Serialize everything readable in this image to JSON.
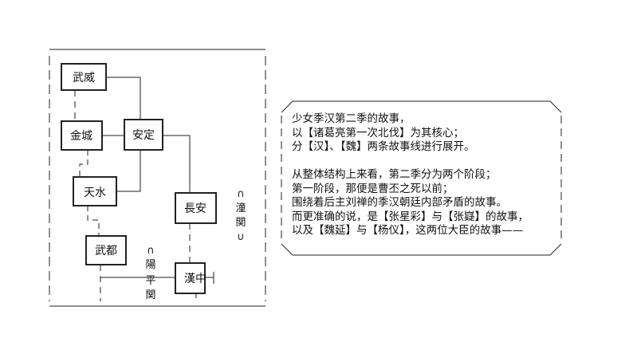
{
  "map": {
    "cities": {
      "wuwei": "武威",
      "jincheng": "金城",
      "anding": "安定",
      "tianshui": "天水",
      "changan": "長安",
      "wudu": "武都",
      "hanzhong": "漢中"
    },
    "passes": {
      "tongguan": [
        "∩",
        "潼",
        "関",
        "∪"
      ],
      "yangpingguan": [
        "∩",
        "陽",
        "平",
        "関"
      ]
    }
  },
  "story": {
    "lines": [
      "少女季汉第二季的故事，",
      "以【诸葛亮第一次北伐】为其核心；",
      "分【汉】、【魏】两条故事线进行展开。",
      "",
      "从整体结构上来看，第二季分为两个阶段；",
      "第一阶段，那便是曹丕之死以前；",
      "围绕着后主刘禅的季汉朝廷内部矛盾的故事。",
      "而更准确的说，是【张星彩】与【张嶷】的故事，",
      "以及【魏延】与【杨仪】，这两位大臣的故事——"
    ]
  }
}
